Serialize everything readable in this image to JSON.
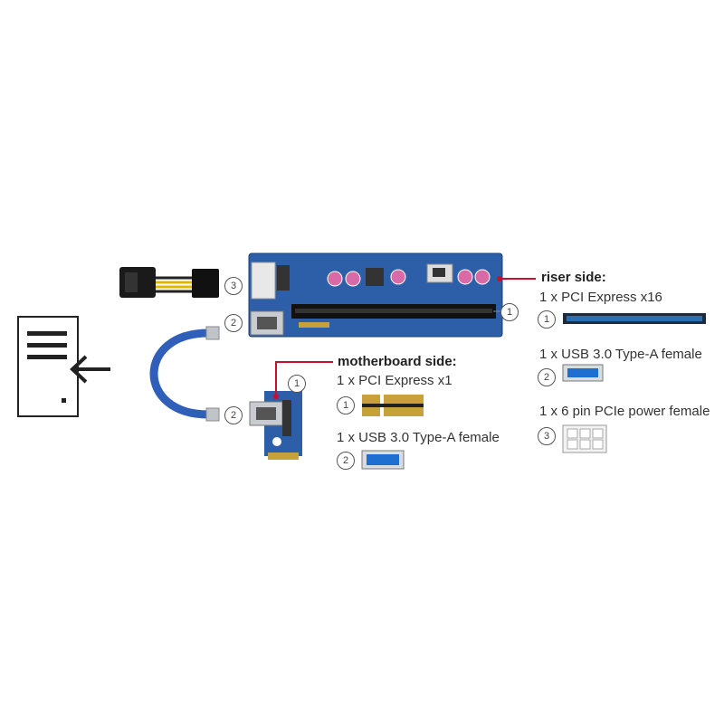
{
  "colors": {
    "pcb_blue": "#2d5ea8",
    "cable_blue": "#2f5fb8",
    "pointer_red": "#c8102e",
    "gold": "#c9a13a",
    "usb_blue": "#1f6fd1"
  },
  "icons": [
    "computer-case-icon",
    "arrow-left-icon"
  ],
  "callouts": {
    "riser_sata": "3",
    "riser_usb": "2",
    "riser_slot": "1",
    "cable_usb": "2",
    "mb_slot": "1"
  },
  "riser_side": {
    "heading": "riser side:",
    "items": [
      {
        "num": "1",
        "label": "1 x PCI Express x16",
        "icon": "pcie-x16-slot-icon"
      },
      {
        "num": "2",
        "label": "1 x USB 3.0 Type-A female",
        "icon": "usb-a-female-icon"
      },
      {
        "num": "3",
        "label": "1 x 6 pin PCIe power female",
        "icon": "pcie-6pin-power-icon"
      }
    ]
  },
  "motherboard_side": {
    "heading": "motherboard side:",
    "items": [
      {
        "num": "1",
        "label": "1 x PCI Express x1",
        "icon": "pcie-x1-connector-icon"
      },
      {
        "num": "2",
        "label": "1 x USB 3.0 Type-A female",
        "icon": "usb-a-female-icon"
      }
    ]
  }
}
